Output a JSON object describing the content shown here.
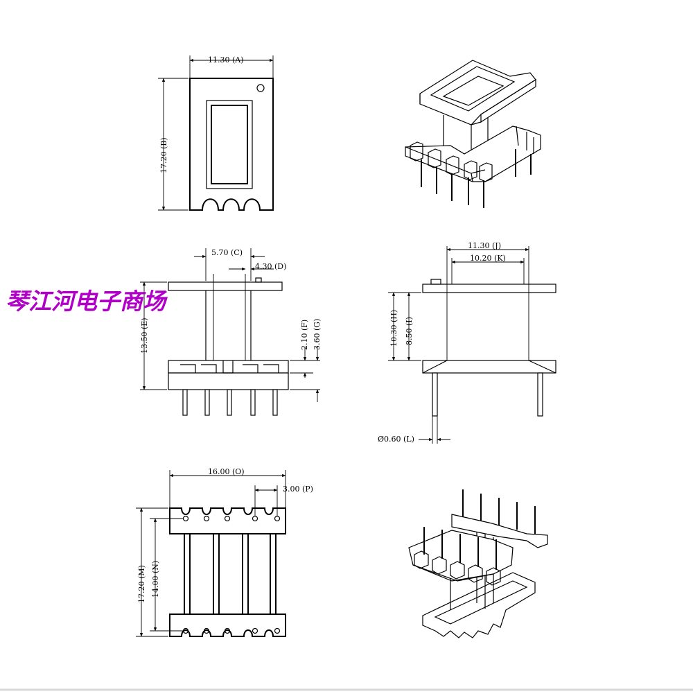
{
  "watermark": "琴江河电子商场",
  "dims": {
    "A": "11.30 (A)",
    "B": "17.20 (B)",
    "C": "5.70 (C)",
    "D": "4.30 (D)",
    "E": "13.50 (E)",
    "F": "2.10 (F)",
    "G": "3.60 (G)",
    "H": "10.30 (H)",
    "I": "8.50 (I)",
    "J": "11.30 (J)",
    "K": "10.20 (K)",
    "L": "Ø0.60 (L)",
    "O": "16.00 (O)",
    "P": "3.00 (P)",
    "M": "17.20 (M)",
    "N": "14.00 (N)"
  },
  "colors": {
    "watermark": "#b000c8",
    "line": "#000000",
    "background": "#ffffff"
  }
}
